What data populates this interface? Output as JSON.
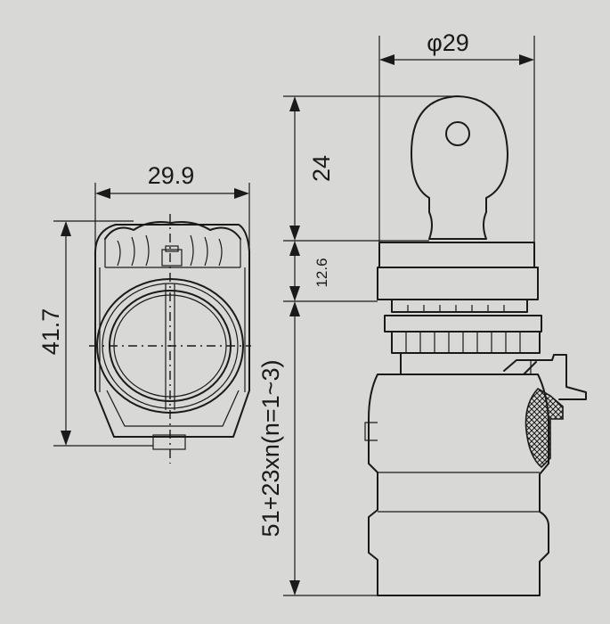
{
  "dimensions": {
    "front_width": "29.9",
    "front_height": "41.7",
    "diameter": "φ29",
    "key_height": "24",
    "bezel_height": "12.6",
    "body_length": "51+23xn(n=1~3)"
  },
  "colors": {
    "paper": "#d8d8d6",
    "ink": "#1a1a1a"
  }
}
